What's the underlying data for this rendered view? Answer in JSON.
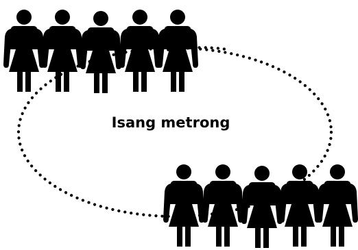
{
  "label": "Isang metrong",
  "colors": {
    "figure": "#000000",
    "background": "#ffffff",
    "dots": "#000000"
  },
  "groups": [
    {
      "name": "top-left-group",
      "count": 5,
      "icon": "woman-figure-icon"
    },
    {
      "name": "bottom-right-group",
      "count": 5,
      "icon": "woman-figure-icon"
    }
  ],
  "connector": {
    "style": "dotted-ellipse"
  }
}
